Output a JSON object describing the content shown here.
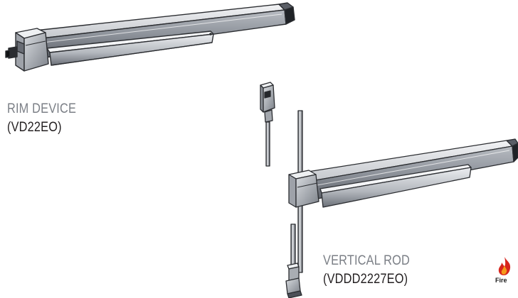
{
  "rim_device": {
    "name": "RIM DEVICE",
    "model": "(VD22EO)"
  },
  "vertical_rod": {
    "name": "VERTICAL ROD",
    "model": "(VDDD2227EO)"
  },
  "fire_badge": {
    "label": "Fire"
  },
  "colors": {
    "caption_name": "#7b7f86",
    "caption_model": "#231f20",
    "metal_light": "#e6e8ec",
    "metal_mid": "#a9adb4",
    "metal_dark": "#4c5058",
    "fire_red": "#d7261e"
  }
}
